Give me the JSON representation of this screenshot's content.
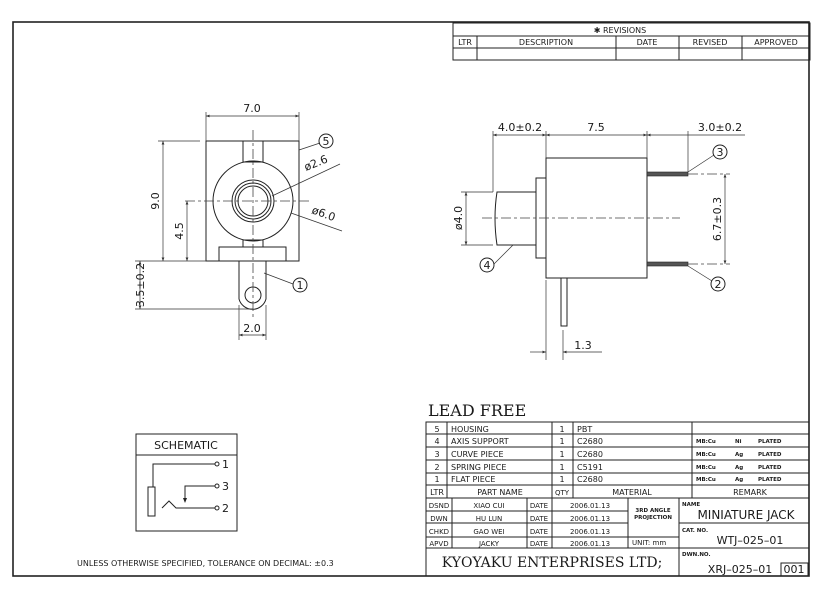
{
  "revisions": {
    "title": "✱  REVISIONS",
    "headers": [
      "LTR",
      "DESCRIPTION",
      "DATE",
      "REVISED",
      "APPROVED"
    ]
  },
  "front_view": {
    "width": "7.0",
    "height": "9.0",
    "center_height": "4.5",
    "pin_length": "3.5±0.2",
    "pin_width": "2.0",
    "inner_dia": "ø2.6",
    "outer_dia": "ø6.0",
    "balloons": [
      "5",
      "1"
    ]
  },
  "side_view": {
    "shaft_length": "4.0±0.2",
    "body_length": "7.5",
    "pin_length": "3.0±0.2",
    "shaft_dia": "ø4.0",
    "pin_spacing": "6.7±0.3",
    "pin_offset": "1.3",
    "balloons": [
      "3",
      "2",
      "4"
    ]
  },
  "schematic": {
    "title": "SCHEMATIC",
    "terminals": [
      "1",
      "3",
      "2"
    ]
  },
  "tolerance_note": "UNLESS OTHERWISE SPECIFIED, TOLERANCE ON DECIMAL: ±0.3",
  "lead_free": "LEAD  FREE",
  "parts": [
    {
      "ltr": "5",
      "name": "HOUSING",
      "qty": "1",
      "material": "PBT",
      "remark": [
        "",
        "",
        ""
      ]
    },
    {
      "ltr": "4",
      "name": "AXIS  SUPPORT",
      "qty": "1",
      "material": "C2680",
      "remark": [
        "MB:Cu",
        "Ni",
        "PLATED"
      ]
    },
    {
      "ltr": "3",
      "name": "CURVE  PIECE",
      "qty": "1",
      "material": "C2680",
      "remark": [
        "MB:Cu",
        "Ag",
        "PLATED"
      ]
    },
    {
      "ltr": "2",
      "name": "SPRING  PIECE",
      "qty": "1",
      "material": "C5191",
      "remark": [
        "MB:Cu",
        "Ag",
        "PLATED"
      ]
    },
    {
      "ltr": "1",
      "name": "FLAT  PIECE",
      "qty": "1",
      "material": "C2680",
      "remark": [
        "MB:Cu",
        "Ag",
        "PLATED"
      ]
    }
  ],
  "parts_header": {
    "ltr": "LTR",
    "name": "PART  NAME",
    "qty": "QTY",
    "material": "MATERIAL",
    "remark": "REMARK"
  },
  "signoffs": [
    {
      "role": "DSND",
      "name": "XIAO    CUI",
      "date_label": "DATE",
      "date": "2006.01.13"
    },
    {
      "role": "DWN",
      "name": "HU     LUN",
      "date_label": "DATE",
      "date": "2006.01.13"
    },
    {
      "role": "CHKD",
      "name": "GAO    WEI",
      "date_label": "DATE",
      "date": "2006.01.13"
    },
    {
      "role": "APVD",
      "name": "JACKY",
      "date_label": "DATE",
      "date": "2006.01.13"
    }
  ],
  "projection": [
    "3RD  ANGLE",
    "PROJECTION"
  ],
  "unit": "UNIT: mm",
  "name_label": "NAME",
  "name": "MINIATURE  JACK",
  "cat_label": "CAT. NO.",
  "cat_no": "WTJ–025–01",
  "dwn_label": "DWN.NO.",
  "dwn_no": "XRJ–025–01",
  "sheet": "001",
  "company": "KYOYAKU  ENTERPRISES  LTD;"
}
